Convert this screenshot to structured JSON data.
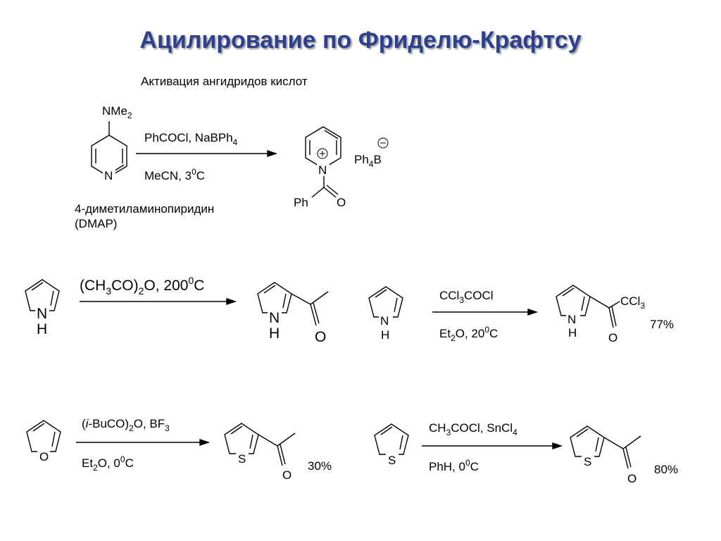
{
  "title": "Ацилирование по Фриделю-Крафтсу",
  "section1": {
    "heading": "Активация ангидридов кислот",
    "reagent_name": "4-диметиламинопиридин",
    "reagent_abbr": "(DMAP)",
    "substituent": "NMe",
    "ring_atom": "N",
    "conditions_top": "PhCOCl, NaBPh",
    "conditions_bottom": "MeCN, 3",
    "product_counterion": "Ph",
    "product_ph": "Ph",
    "product_o": "O"
  },
  "reaction2": {
    "conditions": "(CH",
    "nh": "N",
    "h": "H",
    "o": "O"
  },
  "reaction3": {
    "conditions_top": "CCl",
    "conditions_bottom": "Et",
    "group": "CCl",
    "yield": "77%"
  },
  "reaction4": {
    "conditions_top": "(i-BuCO)",
    "conditions_bottom": "Et",
    "ring_o": "O",
    "ring_s": "S",
    "yield": "30%"
  },
  "reaction5": {
    "conditions_top": "CH",
    "conditions_bottom": "PhH, 0",
    "ring_s": "S",
    "yield": "80%"
  }
}
